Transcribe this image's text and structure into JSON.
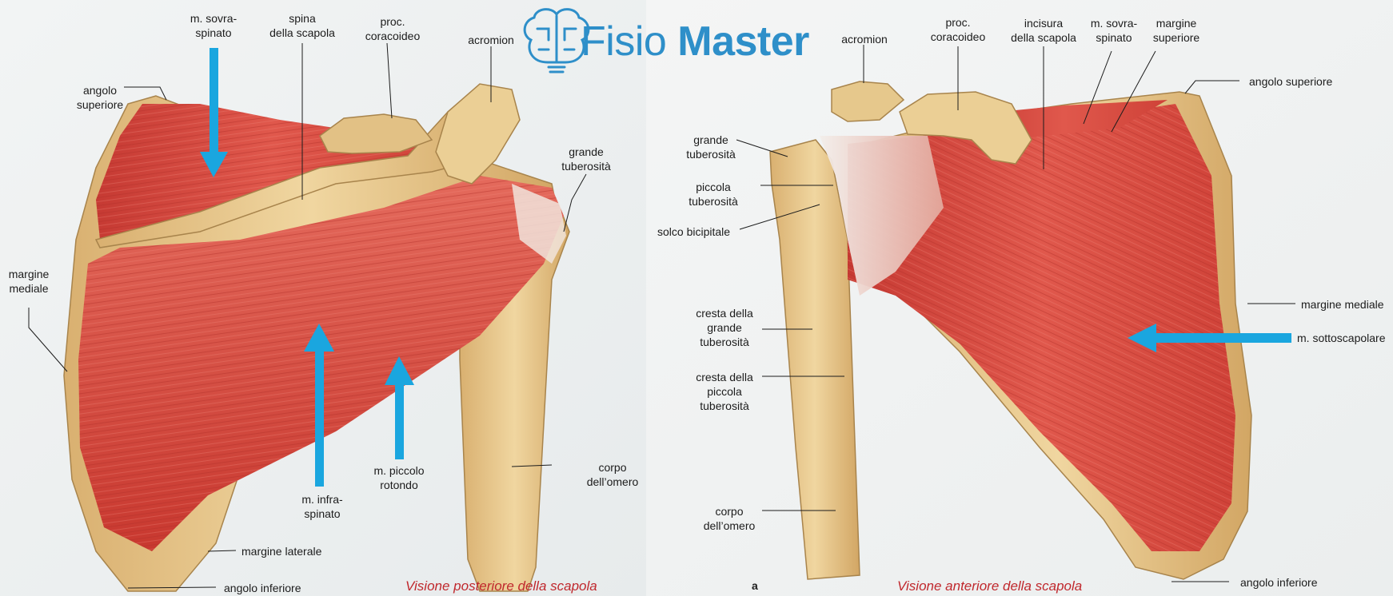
{
  "logo": {
    "part1": "Fisio",
    "part2": "Master"
  },
  "posterior": {
    "caption": "Visione posteriore della scapola",
    "labels": {
      "sovraspinato": [
        "m. sovra-",
        "spinato"
      ],
      "spina": [
        "spina",
        "della scapola"
      ],
      "coracoideo": [
        "proc.",
        "coracoideo"
      ],
      "acromion": "acromion",
      "angolo_superiore": [
        "angolo",
        "superiore"
      ],
      "grande_tuberosita": [
        "grande",
        "tuberosità"
      ],
      "margine_mediale": [
        "margine",
        "mediale"
      ],
      "infraspinato": [
        "m. infra-",
        "spinato"
      ],
      "piccolo_rotondo": [
        "m. piccolo",
        "rotondo"
      ],
      "corpo_omero": [
        "corpo",
        "dell’omero"
      ],
      "margine_laterale": "margine laterale",
      "angolo_inferiore": "angolo inferiore"
    }
  },
  "anterior": {
    "caption": "Visione anteriore della scapola",
    "panel_letter": "a",
    "labels": {
      "acromion": "acromion",
      "coracoideo": [
        "proc.",
        "coracoideo"
      ],
      "incisura": [
        "incisura",
        "della scapola"
      ],
      "sovraspinato": [
        "m. sovra-",
        "spinato"
      ],
      "margine_superiore": [
        "margine",
        "superiore"
      ],
      "angolo_superiore": "angolo superiore",
      "grande_tuberosita": [
        "grande",
        "tuberosità"
      ],
      "piccola_tuberosita": [
        "piccola",
        "tuberosità"
      ],
      "solco": "solco bicipitale",
      "margine_mediale": "margine mediale",
      "sottoscapolare": "m. sottoscapolare",
      "cresta_grande": [
        "cresta della",
        "grande",
        "tuberosità"
      ],
      "cresta_piccola": [
        "cresta della",
        "piccola",
        "tuberosità"
      ],
      "corpo_omero": [
        "corpo",
        "dell’omero"
      ],
      "angolo_inferiore": "angolo inferiore"
    }
  },
  "colors": {
    "arrow": "#1aa6df",
    "muscle": "#d9483f",
    "bone": "#e8c98a",
    "logo": "#2e8fc9",
    "caption": "#c0282d"
  },
  "icons": [
    "brain-lightbulb-logo-icon"
  ]
}
